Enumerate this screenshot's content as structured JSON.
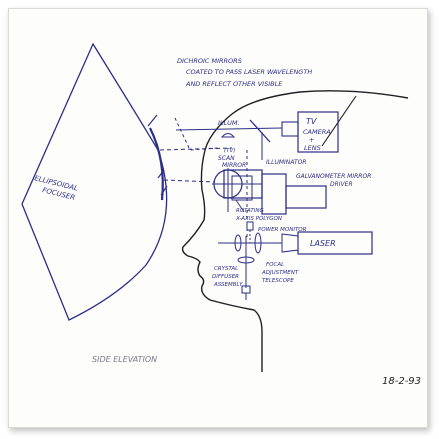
{
  "colors": {
    "ink_blue": "#2c2f86",
    "ink_dark": "#1f1f24",
    "ink_grey": "#7a7a88",
    "paper": "#fdfdfb"
  },
  "labels": {
    "dichroic_line1": "DICHROIC MIRRORS",
    "dichroic_line2": "COATED TO PASS LASER WAVELENGTH",
    "dichroic_line3": "AND REFLECT OTHER VISIBLE",
    "tv_line1": "TV",
    "tv_line2": "CAMERA",
    "tv_line3": "+",
    "tv_line4": "LENS",
    "illum": "ILLUM.",
    "illum_sub": "(TV)",
    "illuminator": "ILLUMINATOR",
    "scan_line1": "SCAN",
    "scan_line2": "MIRROR",
    "galvo_line1": "GALVANOMETER MIRROR",
    "galvo_line2": "DRIVER",
    "rotating_line1": "ROTATING",
    "rotating_line2": "X-AXIS POLYGON",
    "power_monitor": "POWER MONITOR",
    "laser": "LASER",
    "crystal_line1": "CRYSTAL",
    "crystal_line2": "DIFFUSER",
    "crystal_line3": "ASSEMBLY",
    "focal_line1": "FOCAL",
    "focal_line2": "ADJUSTMENT",
    "focal_line3": "TELESCOPE",
    "ellipsoidal_line1": "ELLIPSOIDAL",
    "ellipsoidal_line2": "FOCUSER",
    "side_elevation": "SIDE ELEVATION",
    "date": "18-2-93"
  }
}
